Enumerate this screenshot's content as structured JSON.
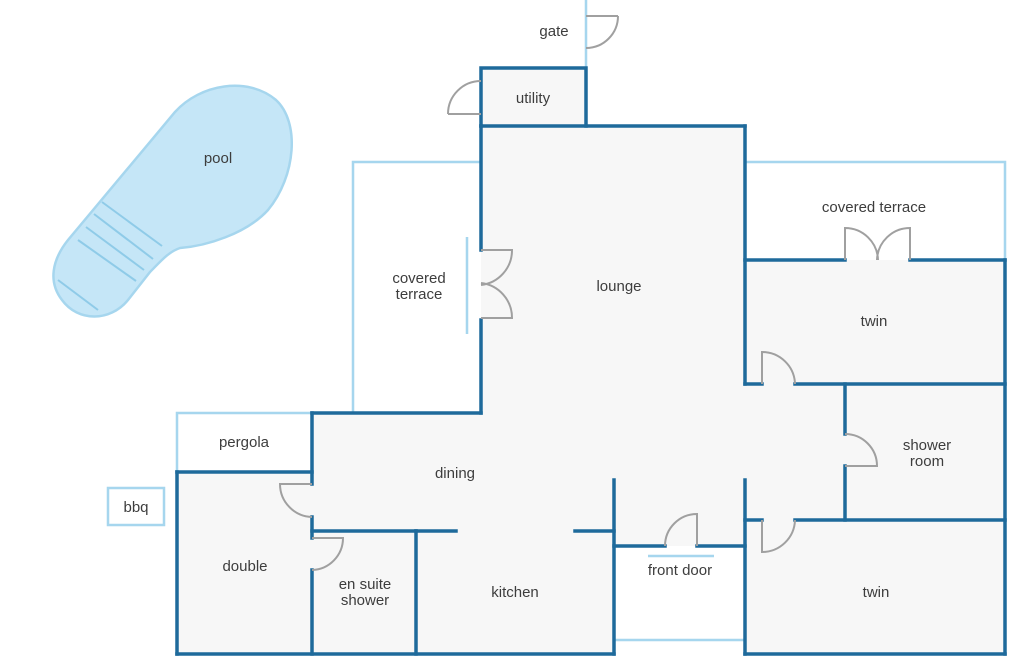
{
  "labels": {
    "gate": "gate",
    "utility": "utility",
    "pool": "pool",
    "covered_terrace_left_1": "covered",
    "covered_terrace_left_2": "terrace",
    "lounge": "lounge",
    "covered_terrace_right": "covered terrace",
    "twin_top": "twin",
    "pergola": "pergola",
    "dining": "dining",
    "shower_room_1": "shower",
    "shower_room_2": "room",
    "bbq": "bbq",
    "double": "double",
    "en_suite_1": "en suite",
    "en_suite_2": "shower",
    "kitchen": "kitchen",
    "front_door": "front door",
    "twin_bottom": "twin"
  },
  "colors": {
    "wall": "#1e6a9b",
    "light_outline": "#a6d6ee",
    "pool": "#c5e6f7",
    "room_fill": "#f7f7f7",
    "door": "#a0a0a0",
    "text": "#3d3d3d"
  }
}
